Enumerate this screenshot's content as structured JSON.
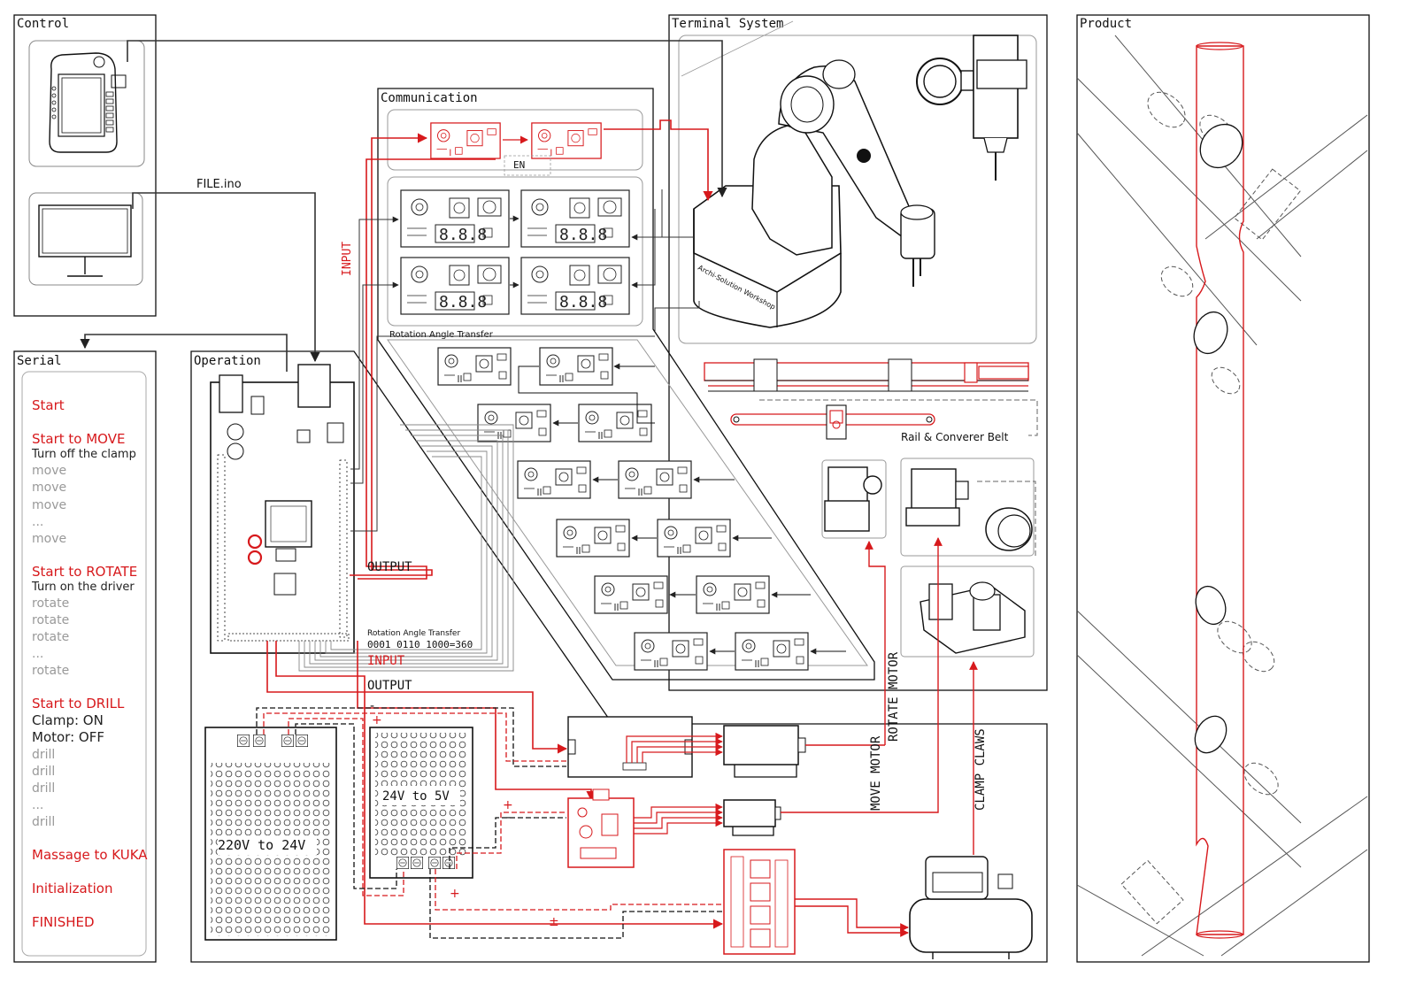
{
  "panels": {
    "control": "Control",
    "terminal": "Terminal System",
    "product": "Product",
    "communication": "Communication",
    "serial": "Serial",
    "operation": "Operation"
  },
  "labels": {
    "file": "FILE.ino",
    "en": "EN",
    "input_vertical": "INPUT",
    "rotation_transfer_top": "Rotation Angle Transfer",
    "rotation_transfer_small": "Rotation Angle Transfer",
    "binary_example": "0001 0110 1000=360",
    "output_upper": "OUTPUT",
    "input_lower": "INPUT",
    "output_lower": "OUTPUT",
    "rail": "Rail & Converer Belt",
    "psu1": "220V to 24V",
    "psu2": "24V to 5V",
    "move_motor": "MOVE MOTOR",
    "rotate_motor": "ROTATE MOTOR",
    "clamp_claws": "CLAMP CLAWS",
    "plus": "+",
    "minus": "-",
    "plus_minus": "±",
    "robot_brand": "Archi-Solution Workshop"
  },
  "serial": {
    "start": "Start",
    "move_title": "Start to MOVE",
    "move_sub": "Turn off the clamp",
    "move_cmd": "move",
    "dots": "...",
    "rotate_title": "Start to ROTATE",
    "rotate_sub": "Turn on the driver",
    "rotate_cmd": "rotate",
    "drill_title": "Start to DRILL",
    "clamp_on": "Clamp: ON",
    "motor_off": "Motor: OFF",
    "drill_cmd": "drill",
    "massage": "Massage to KUKA",
    "init": "Initialization",
    "finished": "FINISHED"
  },
  "colors": {
    "red": "#d7191c",
    "line": "#222222",
    "gray": "#9a9a9a",
    "background": "#ffffff"
  },
  "icons": [
    "teach-pendant-icon",
    "monitor-icon",
    "arduino-board-icon",
    "robot-arm-icon",
    "spindle-icon",
    "stepper-motor-icon",
    "air-compressor-icon",
    "relay-board-icon",
    "motor-driver-icon",
    "power-supply-icon"
  ]
}
